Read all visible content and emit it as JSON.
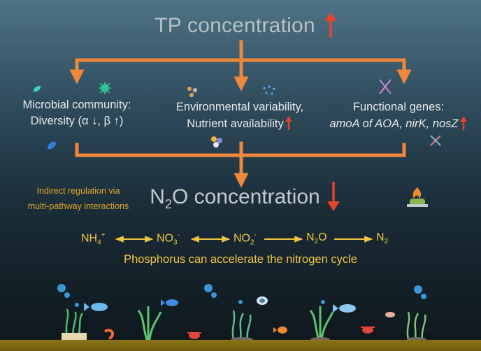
{
  "title": {
    "text": "TP concentration"
  },
  "nodes": {
    "microbial": {
      "line1": "Microbial community:",
      "line2": "Diversity (α ↓, β ↑)"
    },
    "environment": {
      "line1": "Environmental variability,",
      "line2": "Nutrient availability"
    },
    "functional": {
      "line1": "Functional genes:",
      "line2": "amoA of AOA, nirK, nosZ"
    }
  },
  "indirect": {
    "line1": "Indirect regulation via",
    "line2": "multi-pathway interactions"
  },
  "n2o": {
    "prefix": "N",
    "sub": "2",
    "suffix": "O concentration"
  },
  "chain": {
    "nh4": {
      "base": "NH",
      "sub": "4",
      "sup": "+"
    },
    "no3": {
      "base": "NO",
      "sub": "3",
      "sup": "-"
    },
    "no2": {
      "base": "NO",
      "sub": "2",
      "sup": "-"
    },
    "n2o": {
      "base": "N",
      "sub": "2",
      "tail": "O"
    },
    "n2": {
      "base": "N",
      "sub": "2"
    }
  },
  "phosphorus_note": "Phosphorus can accelerate the nitrogen cycle",
  "colors": {
    "connector": "#f0883c",
    "up_arrow": "#e5432b",
    "down_arrow": "#e5432b",
    "chain": "#f1c542",
    "indirect_text": "#e4a62a"
  },
  "icons": {
    "title_trend": "up-arrow-icon",
    "nutrient_trend": "up-arrow-icon",
    "genes_trend": "up-arrow-icon",
    "n2o_trend": "down-arrow-icon"
  }
}
